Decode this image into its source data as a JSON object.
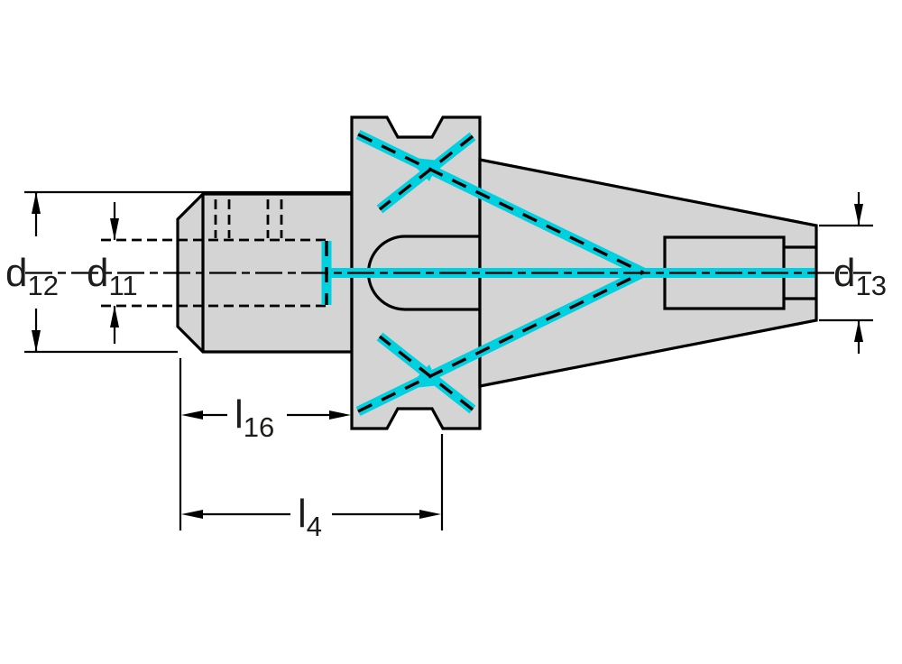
{
  "diagram": {
    "type": "technical-drawing",
    "subject": "tool-holder-side-view-with-coolant-channels",
    "colors": {
      "background": "#ffffff",
      "body_fill": "#d4d4d4",
      "outline": "#000000",
      "coolant": "#00d1e0",
      "label_text": "#1d1d1b"
    },
    "labels": {
      "d12": {
        "main": "d",
        "sub": "12"
      },
      "d11": {
        "main": "d",
        "sub": "11"
      },
      "d13": {
        "main": "d",
        "sub": "13"
      },
      "l16": {
        "main": "l",
        "sub": "16"
      },
      "l4": {
        "main": "l",
        "sub": "4"
      }
    }
  }
}
